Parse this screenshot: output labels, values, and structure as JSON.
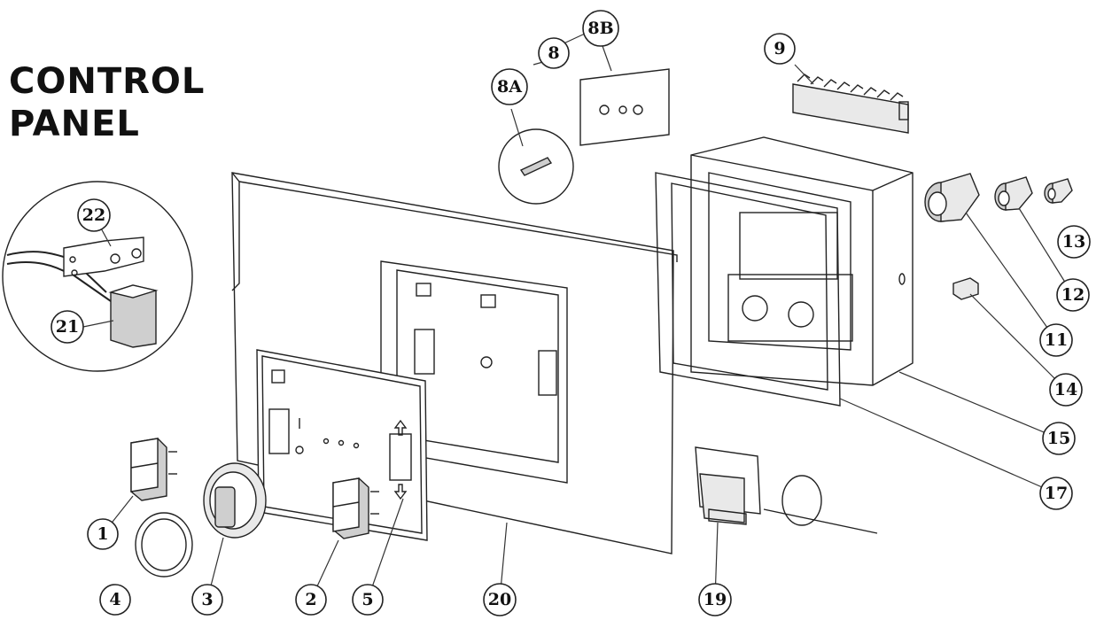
{
  "title": {
    "line1": "CONTROL",
    "line2": "PANEL"
  },
  "callouts": [
    "1",
    "2",
    "3",
    "4",
    "5",
    "8",
    "8A",
    "8B",
    "9",
    "11",
    "12",
    "13",
    "14",
    "15",
    "17",
    "19",
    "20",
    "21",
    "22"
  ]
}
